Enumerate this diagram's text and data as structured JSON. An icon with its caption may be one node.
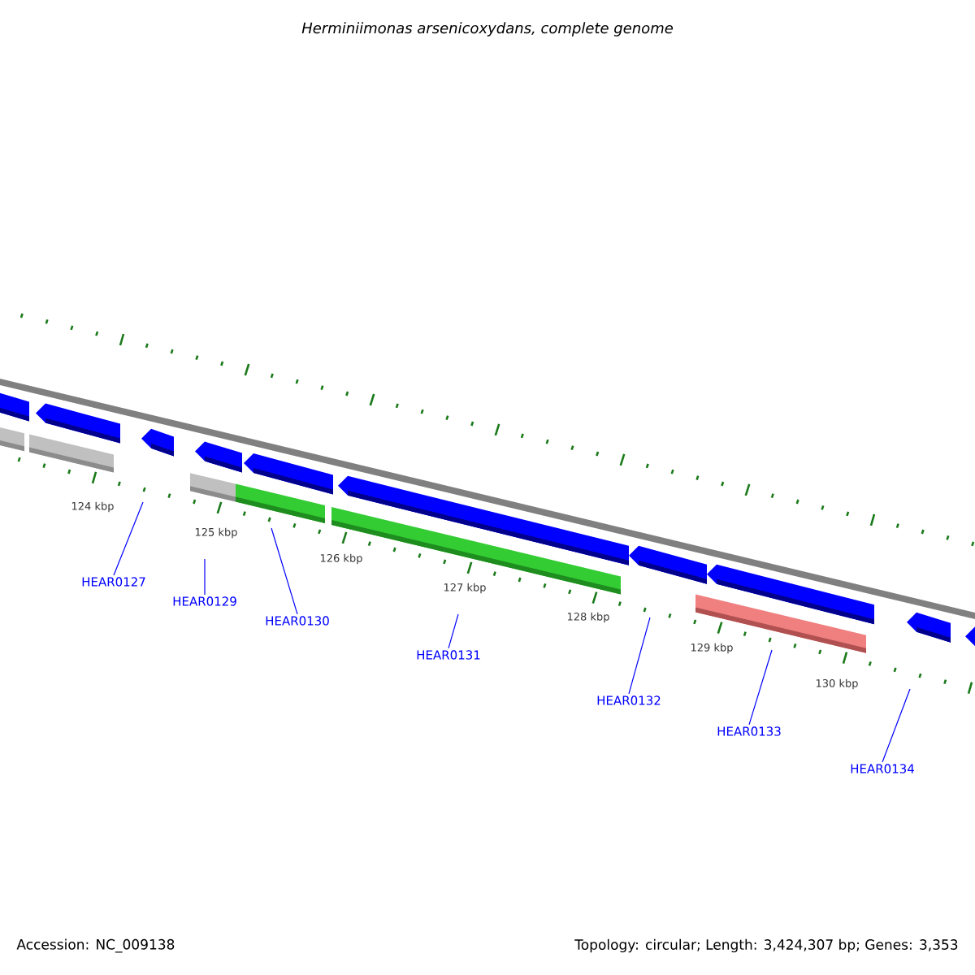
{
  "diagram": {
    "title": "Herminiimonas arsenicoxydans, complete genome",
    "nodes": [
      {
        "text": [
          "HEAR0127"
        ]
      },
      {
        "text": [
          "HEAR0129"
        ]
      },
      {
        "text": [
          "HEAR0130"
        ]
      },
      {
        "text": [
          "HEAR0131"
        ]
      },
      {
        "text": [
          "HEAR0132"
        ]
      },
      {
        "text": [
          "HEAR0133"
        ]
      },
      {
        "text": [
          "HEAR0134"
        ]
      }
    ],
    "edges": [
      {
        "from": 0,
        "to": null,
        "arrow": "none"
      },
      {
        "from": 1,
        "to": null,
        "arrow": "none"
      },
      {
        "from": 2,
        "to": null,
        "arrow": "none"
      },
      {
        "from": 3,
        "to": null,
        "arrow": "none"
      },
      {
        "from": 4,
        "to": null,
        "arrow": "none"
      },
      {
        "from": 5,
        "to": null,
        "arrow": "none"
      },
      {
        "from": 6,
        "to": null,
        "arrow": "none"
      }
    ],
    "labels": [
      "124 kbp",
      "125 kbp",
      "126 kbp",
      "127 kbp",
      "128 kbp",
      "129 kbp",
      "130 kbp",
      "Accession: NC_009138",
      "Topology: circular; Length: 3,424,307 bp; Genes: 3,353"
    ]
  }
}
